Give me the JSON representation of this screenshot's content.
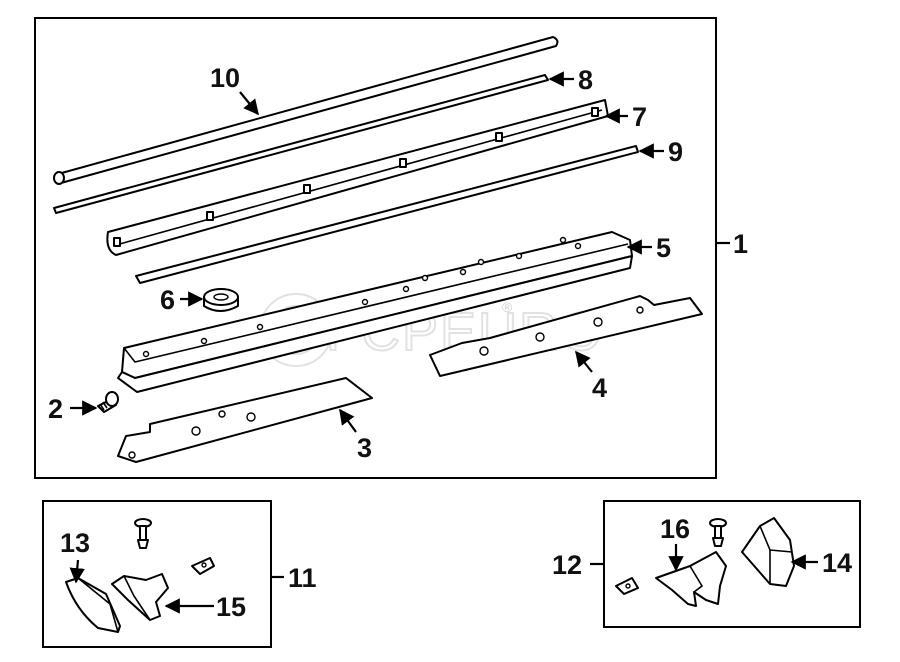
{
  "watermark": "FCPEURO",
  "watermark_mark": "®",
  "callouts": {
    "c1": "1",
    "c2": "2",
    "c3": "3",
    "c4": "4",
    "c5": "5",
    "c6": "6",
    "c7": "7",
    "c8": "8",
    "c9": "9",
    "c10": "10",
    "c11": "11",
    "c12": "12",
    "c13": "13",
    "c14": "14",
    "c15": "15",
    "c16": "16"
  },
  "colors": {
    "line": "#000000",
    "watermark": "#e2e2e2"
  }
}
